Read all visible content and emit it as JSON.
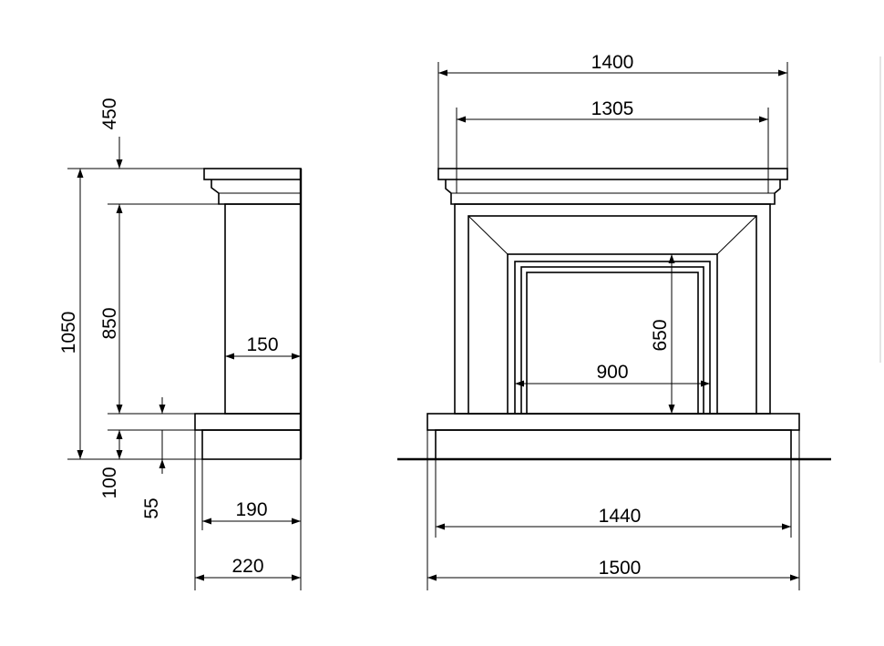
{
  "side_view": {
    "dims": {
      "height_total": "1050",
      "top_offset": "450",
      "opening_height": "850",
      "leg_depth": "150",
      "plinth_height": "100",
      "base_height": "55",
      "depth_inner": "190",
      "depth_outer": "220"
    }
  },
  "front_view": {
    "dims": {
      "shelf_width": "1400",
      "frieze_width": "1305",
      "opening_height": "650",
      "opening_width": "900",
      "hearth_inner_width": "1440",
      "hearth_outer_width": "1500"
    }
  },
  "colors": {
    "line": "#000000",
    "background": "#ffffff"
  }
}
